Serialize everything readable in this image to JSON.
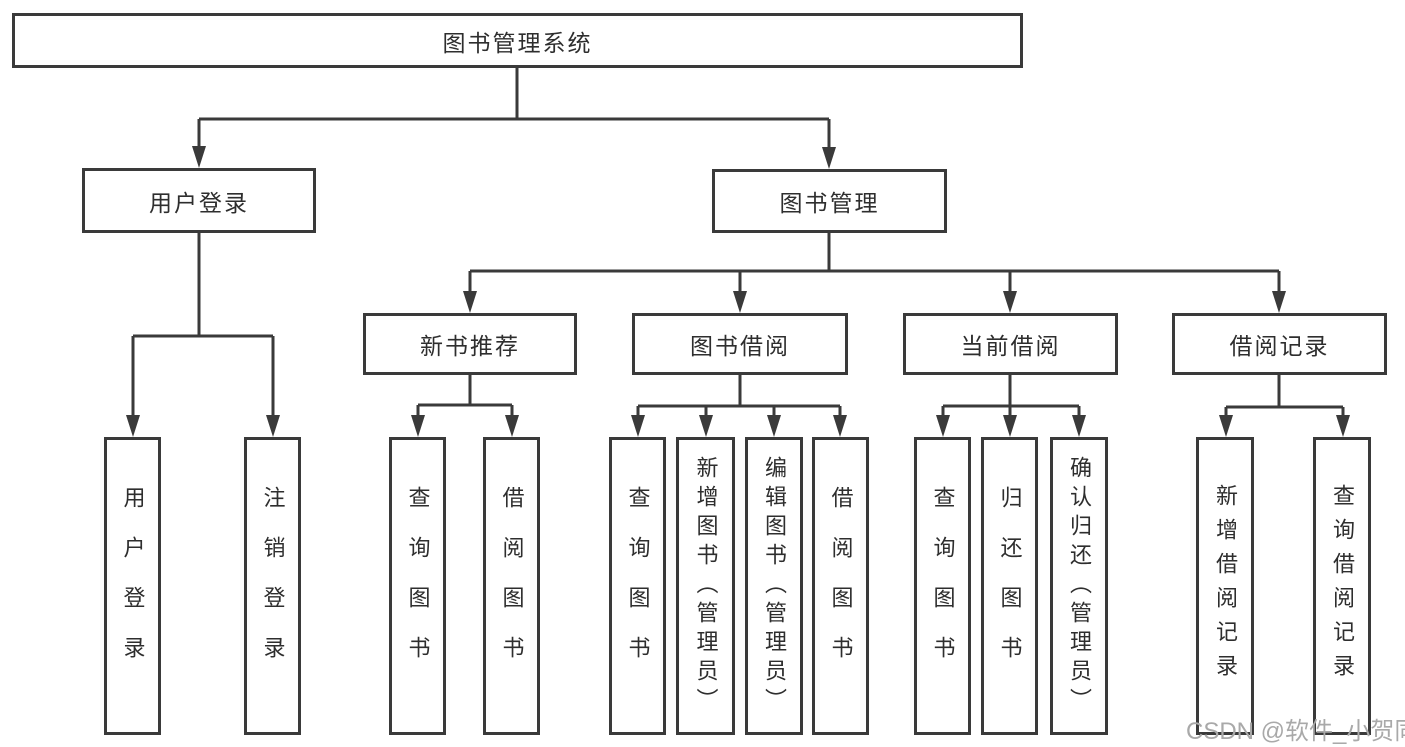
{
  "tree": {
    "label": "图书管理系统",
    "children": [
      {
        "label": "用户登录",
        "children": [
          {
            "label": "用户登录"
          },
          {
            "label": "注销登录"
          }
        ]
      },
      {
        "label": "图书管理",
        "children": [
          {
            "label": "新书推荐",
            "children": [
              {
                "label": "查询图书"
              },
              {
                "label": "借阅图书"
              }
            ]
          },
          {
            "label": "图书借阅",
            "children": [
              {
                "label": "查询图书"
              },
              {
                "label": "新增图书（管理员）"
              },
              {
                "label": "编辑图书（管理员）"
              },
              {
                "label": "借阅图书"
              }
            ]
          },
          {
            "label": "当前借阅",
            "children": [
              {
                "label": "查询图书"
              },
              {
                "label": "归还图书"
              },
              {
                "label": "确认归还（管理员）"
              }
            ]
          },
          {
            "label": "借阅记录",
            "children": [
              {
                "label": "新增借阅记录"
              },
              {
                "label": "查询借阅记录"
              }
            ]
          }
        ]
      }
    ]
  },
  "watermark": "CSDN @软件_小贺同学",
  "colors": {
    "line": "#3a3a3a",
    "box_border": "#3a3a3a",
    "box_fill": "#ffffff",
    "text": "#2e2e2e",
    "watermark": "#a9a9a9",
    "background": "#ffffff"
  }
}
